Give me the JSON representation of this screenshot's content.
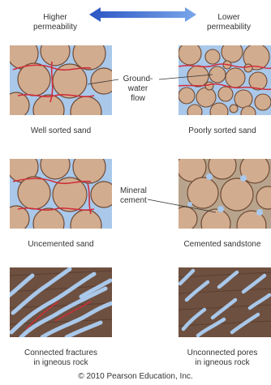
{
  "header": {
    "higher_label": "Higher\npermeability",
    "lower_label": "Lower\npermeability",
    "arrow_color": "#3d6fd4"
  },
  "rows": [
    {
      "left_caption": "Well sorted sand",
      "right_caption": "Poorly sorted sand",
      "annotation": "Ground-water\nflow"
    },
    {
      "left_caption": "Uncemented sand",
      "right_caption": "Cemented sandstone",
      "annotation": "Mineral\ncement"
    },
    {
      "left_caption": "Connected fractures\nin igneous rock",
      "right_caption": "Unconnected pores\nin igneous rock",
      "annotation": ""
    }
  ],
  "colors": {
    "water": "#a9c8ea",
    "grain": "#d2ac8f",
    "grain_edge": "#6e4a35",
    "flow_line": "#d12d3a",
    "rock": "#6e5040",
    "cement": "#b8a48c"
  },
  "footer": {
    "copyright": "© 2010 Pearson Education, Inc."
  }
}
